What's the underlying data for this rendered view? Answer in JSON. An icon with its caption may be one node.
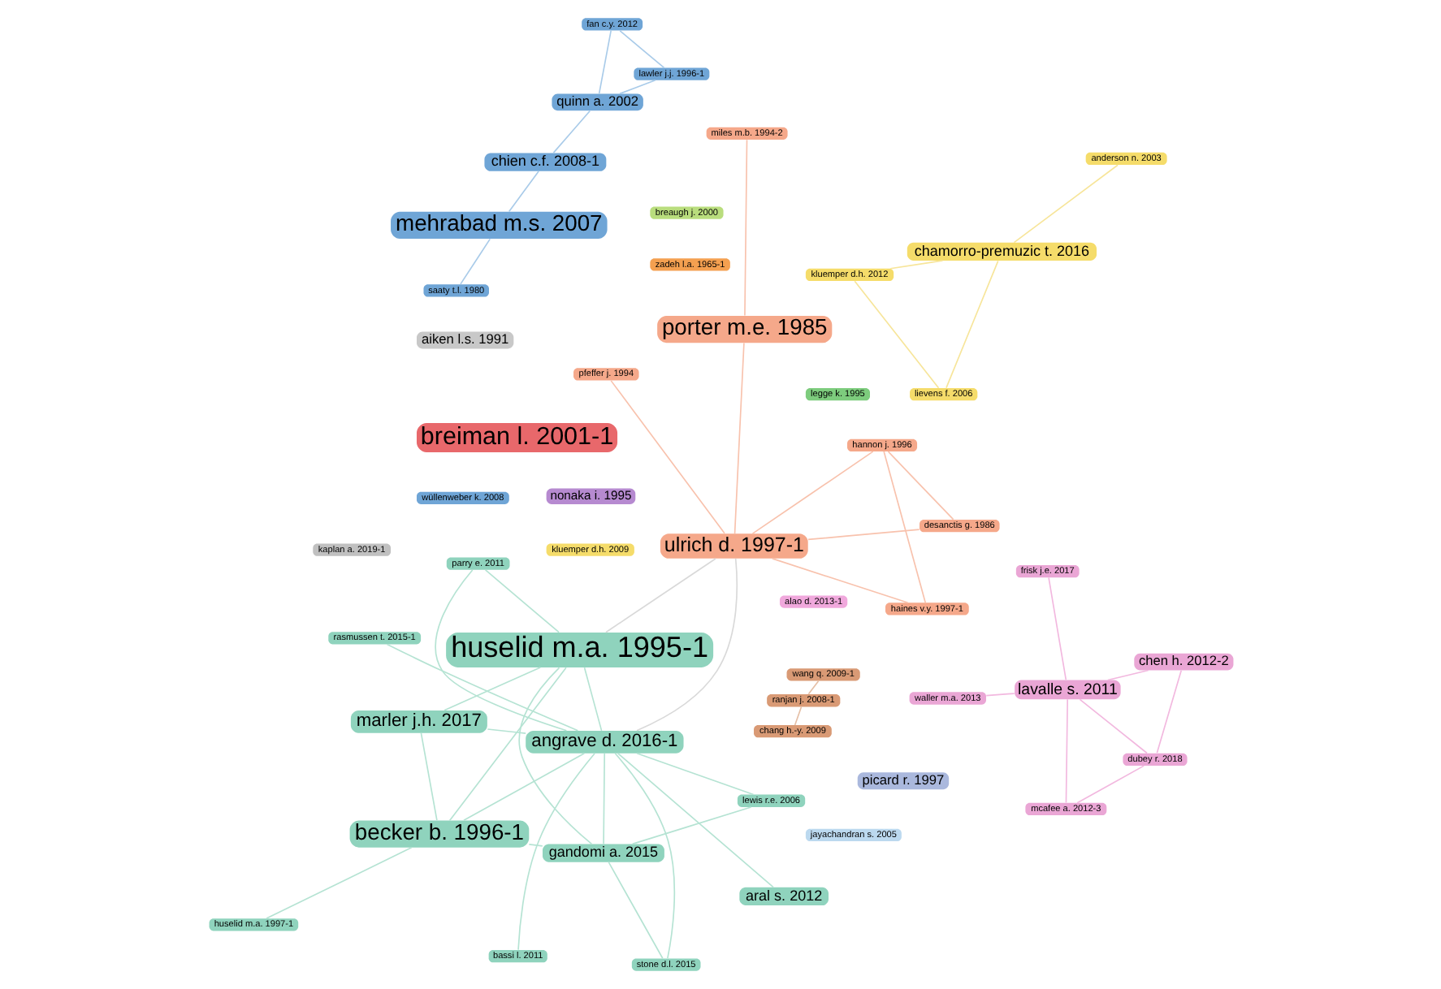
{
  "diagram": {
    "nodes": [
      {
        "text": [
          "huselid m.a. 1997-1"
        ]
      },
      {
        "text": [
          "becker b. 1996-1"
        ]
      },
      {
        "text": [
          "stone d.l. 2015"
        ]
      },
      {
        "text": [
          "parry e. 2011"
        ]
      },
      {
        "text": [
          "lewis r.e. 2006"
        ]
      },
      {
        "text": [
          "huselid m.a. 1995-1"
        ]
      },
      {
        "text": [
          "bassi l. 2011"
        ]
      },
      {
        "text": [
          "aral s. 2012"
        ]
      },
      {
        "text": [
          "marler j.h. 2017"
        ]
      },
      {
        "text": [
          "gandomi a. 2015"
        ]
      },
      {
        "text": [
          "angrave d. 2016-1"
        ]
      },
      {
        "text": [
          "rasmussen t. 2015-1"
        ]
      },
      {
        "text": [
          "waller m.a. 2013"
        ]
      },
      {
        "text": [
          "chen h. 2012-2"
        ]
      },
      {
        "text": [
          "mcafee a. 2012-3"
        ]
      },
      {
        "text": [
          "frisk j.e. 2017"
        ]
      },
      {
        "text": [
          "dubey r. 2018"
        ]
      },
      {
        "text": [
          "lavalle s. 2011"
        ]
      },
      {
        "text": [
          "saaty t.l. 1980"
        ]
      },
      {
        "text": [
          "mehrabad m.s. 2007"
        ]
      },
      {
        "text": [
          "chien c.f. 2008-1"
        ]
      },
      {
        "text": [
          "ranjan j. 2008-1"
        ]
      },
      {
        "text": [
          "wang q. 2009-1"
        ]
      },
      {
        "text": [
          "chang h.-y. 2009"
        ]
      },
      {
        "text": [
          "quinn a. 2002"
        ]
      },
      {
        "text": [
          "fan c.y. 2012"
        ]
      },
      {
        "text": [
          "lawler j.j. 1996-1"
        ]
      },
      {
        "text": [
          "alao d. 2013-1"
        ]
      },
      {
        "text": [
          "nonaka i. 1995"
        ]
      },
      {
        "text": [
          "ulrich d. 1997-1"
        ]
      },
      {
        "text": [
          "porter m.e. 1985"
        ]
      },
      {
        "text": [
          "hannon j. 1996"
        ]
      },
      {
        "text": [
          "haines v.y. 1997-1"
        ]
      },
      {
        "text": [
          "desanctis g. 1986"
        ]
      },
      {
        "text": [
          "miles m.b. 1994-2"
        ]
      },
      {
        "text": [
          "zadeh l.a. 1965-1"
        ]
      },
      {
        "text": [
          "kluemper d.h. 2012"
        ]
      },
      {
        "text": [
          "anderson n. 2003"
        ]
      },
      {
        "text": [
          "lievens f. 2006"
        ]
      },
      {
        "text": [
          "aiken l.s. 1991"
        ]
      },
      {
        "text": [
          "chamorro-premuzic t. 2016"
        ]
      },
      {
        "text": [
          "kluemper d.h. 2009"
        ]
      },
      {
        "text": [
          "pfeffer j. 1994"
        ]
      },
      {
        "text": [
          "wüllenweber k. 2008"
        ]
      },
      {
        "text": [
          "breiman l. 2001-1"
        ]
      },
      {
        "text": [
          "picard r. 1997"
        ]
      },
      {
        "text": [
          "breaugh j. 2000"
        ]
      },
      {
        "text": [
          "jayachandran s. 2005"
        ]
      },
      {
        "text": [
          "kaplan a. 2019-1"
        ]
      },
      {
        "text": [
          "legge k. 1995"
        ]
      }
    ],
    "edges": [
      {
        "from": 0,
        "to": 1,
        "arrow": "none"
      },
      {
        "from": 1,
        "to": 5,
        "arrow": "none"
      },
      {
        "from": 1,
        "to": 8,
        "arrow": "none"
      },
      {
        "from": 1,
        "to": 10,
        "arrow": "none"
      },
      {
        "from": 1,
        "to": 9,
        "arrow": "none"
      },
      {
        "from": 5,
        "to": 8,
        "arrow": "none"
      },
      {
        "from": 5,
        "to": 10,
        "arrow": "none"
      },
      {
        "from": 5,
        "to": 9,
        "arrow": "none"
      },
      {
        "from": 3,
        "to": 5,
        "arrow": "none"
      },
      {
        "from": 3,
        "to": 10,
        "arrow": "none"
      },
      {
        "from": 2,
        "to": 10,
        "arrow": "none"
      },
      {
        "from": 2,
        "to": 9,
        "arrow": "none"
      },
      {
        "from": 4,
        "to": 9,
        "arrow": "none"
      },
      {
        "from": 4,
        "to": 10,
        "arrow": "none"
      },
      {
        "from": 6,
        "to": 10,
        "arrow": "none"
      },
      {
        "from": 7,
        "to": 10,
        "arrow": "none"
      },
      {
        "from": 8,
        "to": 10,
        "arrow": "none"
      },
      {
        "from": 9,
        "to": 10,
        "arrow": "none"
      },
      {
        "from": 10,
        "to": 11,
        "arrow": "none"
      },
      {
        "from": 10,
        "to": 29,
        "arrow": "none",
        "color": "#d9d9d9"
      },
      {
        "from": 5,
        "to": 29,
        "arrow": "none",
        "color": "#d9d9d9"
      },
      {
        "from": 12,
        "to": 17,
        "arrow": "none",
        "color": "#f2b8df"
      },
      {
        "from": 13,
        "to": 17,
        "arrow": "none",
        "color": "#f2b8df"
      },
      {
        "from": 14,
        "to": 17,
        "arrow": "none",
        "color": "#f2b8df"
      },
      {
        "from": 15,
        "to": 17,
        "arrow": "none",
        "color": "#f2b8df"
      },
      {
        "from": 16,
        "to": 17,
        "arrow": "none",
        "color": "#f2b8df"
      },
      {
        "from": 13,
        "to": 16,
        "arrow": "none",
        "color": "#f2b8df"
      },
      {
        "from": 14,
        "to": 16,
        "arrow": "none",
        "color": "#f2b8df"
      },
      {
        "from": 18,
        "to": 19,
        "arrow": "none",
        "color": "#a9cbe9"
      },
      {
        "from": 19,
        "to": 20,
        "arrow": "none",
        "color": "#a9cbe9"
      },
      {
        "from": 20,
        "to": 24,
        "arrow": "none",
        "color": "#a9cbe9"
      },
      {
        "from": 24,
        "to": 25,
        "arrow": "none",
        "color": "#a9cbe9"
      },
      {
        "from": 24,
        "to": 26,
        "arrow": "none",
        "color": "#a9cbe9"
      },
      {
        "from": 25,
        "to": 26,
        "arrow": "none",
        "color": "#a9cbe9"
      },
      {
        "from": 21,
        "to": 22,
        "arrow": "none",
        "color": "#e5bfa6"
      },
      {
        "from": 21,
        "to": 23,
        "arrow": "none",
        "color": "#e5bfa6"
      },
      {
        "from": 29,
        "to": 30,
        "arrow": "none",
        "color": "#f8c2ad"
      },
      {
        "from": 29,
        "to": 31,
        "arrow": "none",
        "color": "#f8c2ad"
      },
      {
        "from": 29,
        "to": 32,
        "arrow": "none",
        "color": "#f8c2ad"
      },
      {
        "from": 29,
        "to": 33,
        "arrow": "none",
        "color": "#f8c2ad"
      },
      {
        "from": 29,
        "to": 42,
        "arrow": "none",
        "color": "#f8c2ad"
      },
      {
        "from": 30,
        "to": 34,
        "arrow": "none",
        "color": "#f8c2ad"
      },
      {
        "from": 31,
        "to": 32,
        "arrow": "none",
        "color": "#f8c2ad"
      },
      {
        "from": 31,
        "to": 33,
        "arrow": "none",
        "color": "#f8c2ad"
      },
      {
        "from": 36,
        "to": 40,
        "arrow": "none",
        "color": "#f7e59a"
      },
      {
        "from": 36,
        "to": 38,
        "arrow": "none",
        "color": "#f7e59a"
      },
      {
        "from": 37,
        "to": 40,
        "arrow": "none",
        "color": "#f7e59a"
      },
      {
        "from": 38,
        "to": 40,
        "arrow": "none",
        "color": "#f7e59a"
      }
    ]
  }
}
